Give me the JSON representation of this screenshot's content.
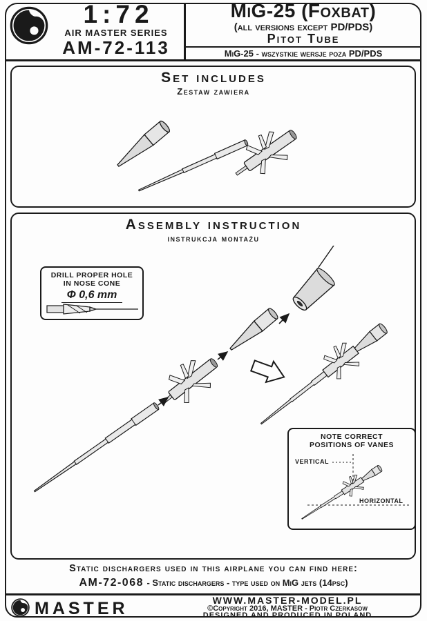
{
  "colors": {
    "ink": "#1a1a1a",
    "paper": "#fdfdfd"
  },
  "header": {
    "scale": "1:72",
    "series": "AIR MASTER SERIES",
    "code": "AM-72-113",
    "title": "MiG-25 (Foxbat)",
    "subtitle": "(all versions except PD/PDS)",
    "product": "Pitot Tube",
    "subtitle_pl": "MiG-25 - wszystkie wersje poza PD/PDS"
  },
  "set_includes": {
    "title": "Set includes",
    "subtitle": "Zestaw zawiera"
  },
  "assembly": {
    "title": "Assembly instruction",
    "subtitle": "instrukcja montażu",
    "drill_note": {
      "line1": "DRILL PROPER HOLE",
      "line2": "IN NOSE CONE",
      "diameter": "Φ 0,6 mm"
    },
    "vanes_note": {
      "line1": "NOTE CORRECT",
      "line2": "POSITIONS OF VANES",
      "vertical": "VERTICAL",
      "horizontal": "HORIZONTAL"
    }
  },
  "footer": {
    "info_line": "Static dischargers used in this airplane you can find here:",
    "related_code": "AM-72-068",
    "related_desc": "- Static dischargers - type used on MiG jets (14psc)",
    "brand": "MASTER",
    "website": "WWW.MASTER-MODEL.PL",
    "copyright": "©Copyright 2016, MASTER - Piotr Czerkasow",
    "origin": "DESIGNED AND PRODUCED IN POLAND"
  }
}
